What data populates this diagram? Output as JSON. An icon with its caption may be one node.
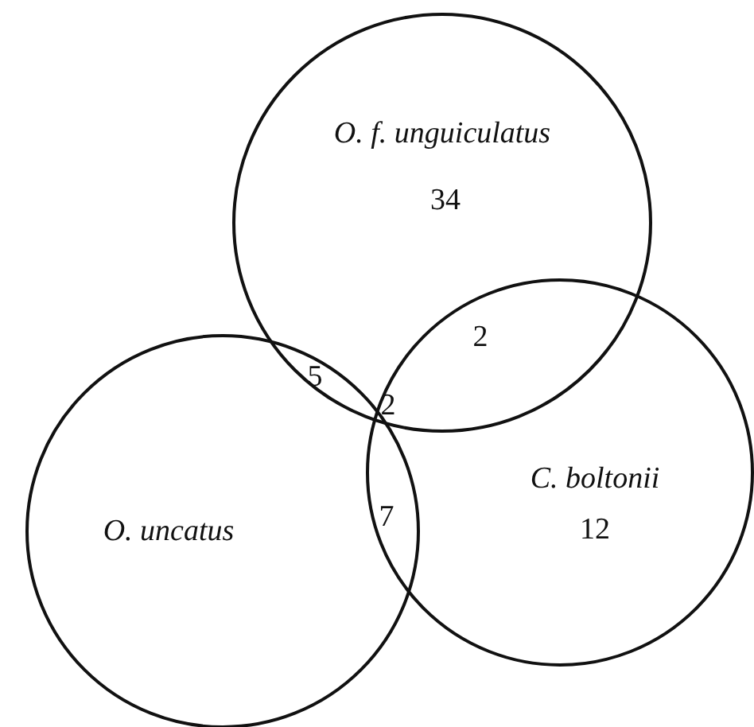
{
  "diagram": {
    "nodes": [
      {
        "text": [
          "O. f. unguiculatus",
          "34"
        ]
      },
      {
        "text": [
          "O. uncatus"
        ]
      },
      {
        "text": [
          "C. boltonii",
          "12"
        ]
      }
    ],
    "labels": [
      "2",
      "5",
      "2",
      "7"
    ]
  }
}
